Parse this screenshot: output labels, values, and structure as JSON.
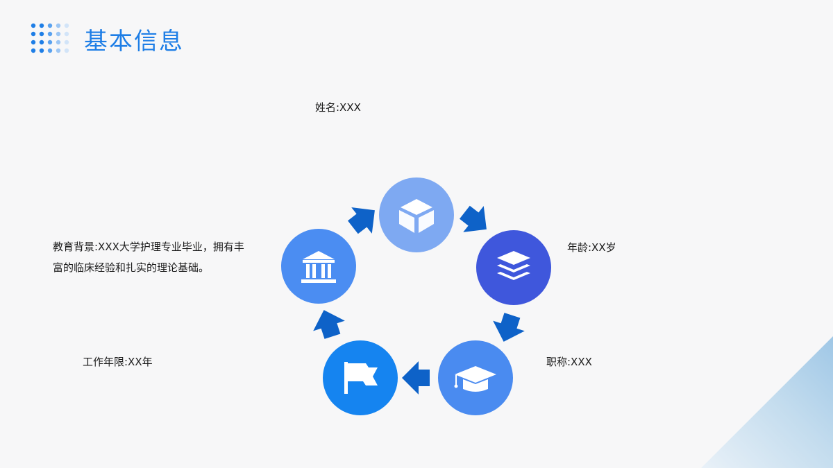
{
  "header": {
    "title": "基本信息"
  },
  "colors": {
    "accent": "#1e7ee6",
    "arrow": "#0e62c8",
    "node_box": "#7ea9f2",
    "node_layers": "#3f57dc",
    "node_cap": "#4a8bf0",
    "node_flag": "#1584f0",
    "node_bank": "#4b8df2"
  },
  "nodes": [
    {
      "icon": "cube-icon"
    },
    {
      "icon": "layers-icon"
    },
    {
      "icon": "graduation-cap-icon"
    },
    {
      "icon": "flag-icon"
    },
    {
      "icon": "bank-icon"
    }
  ],
  "labels": {
    "name": "姓名:XXX",
    "age": "年龄:XX岁",
    "title": "职称:XXX",
    "years": "工作年限:XX年",
    "education": "教育背景:XXX大学护理专业毕业，拥有丰富的临床经验和扎实的理论基础。"
  }
}
